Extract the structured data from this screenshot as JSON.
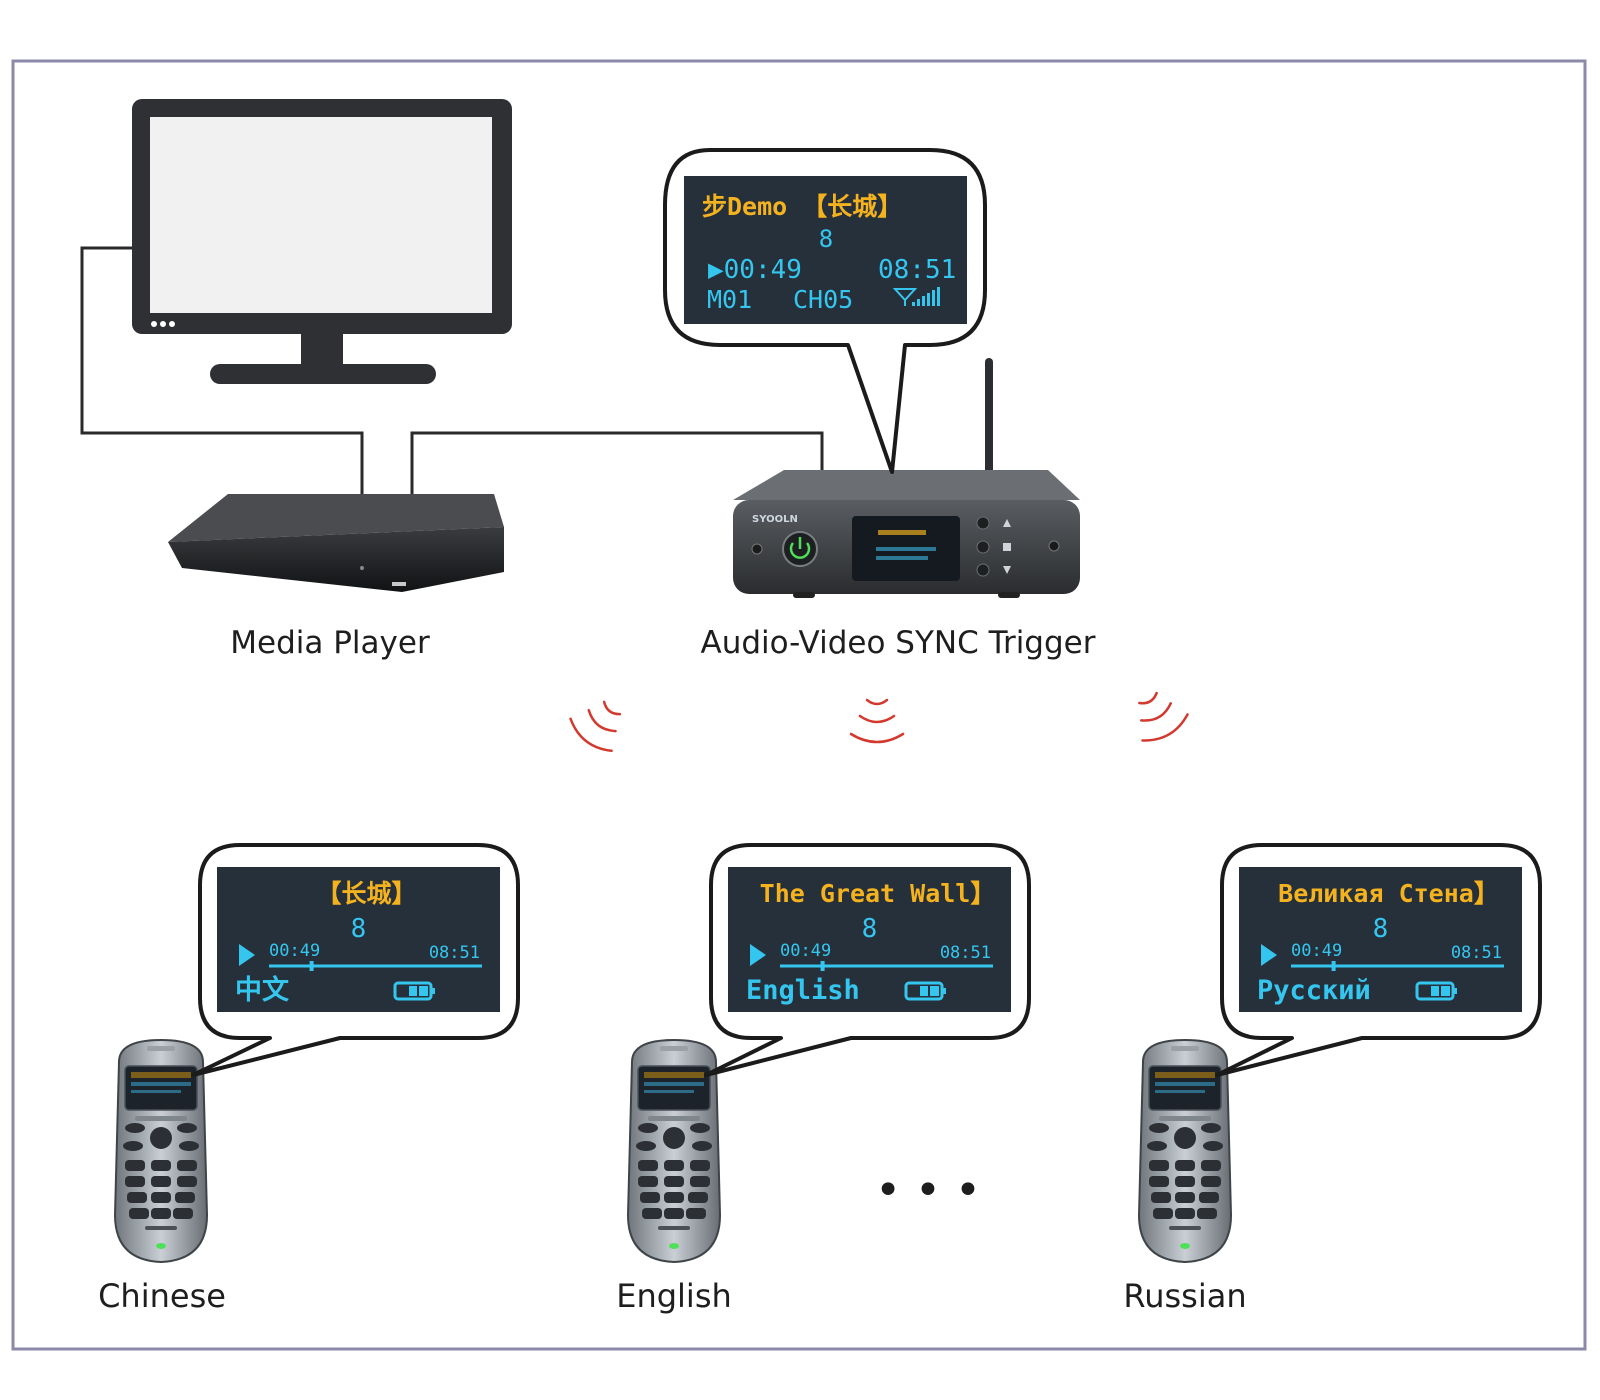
{
  "labels": {
    "media_player": "Media Player",
    "sync_trigger": "Audio-Video SYNC Trigger",
    "ellipsis": "• • •"
  },
  "trigger_screen": {
    "title": "步Demo 【长城】",
    "track": "8",
    "elapsed": "▶00:49",
    "total": "08:51",
    "mode": "M01",
    "channel": "CH05"
  },
  "trigger_device": {
    "brand": "SYOOLN"
  },
  "receivers": [
    {
      "language": "Chinese",
      "screen_title": "【长城】",
      "track": "8",
      "elapsed": "00:49",
      "total": "08:51",
      "lang_text": "中文",
      "progress": 0.2
    },
    {
      "language": "English",
      "screen_title": "The Great Wall】",
      "track": "8",
      "elapsed": "00:49",
      "total": "08:51",
      "lang_text": "English",
      "progress": 0.2
    },
    {
      "language": "Russian",
      "screen_title": "Великая Стена】",
      "track": "8",
      "elapsed": "00:49",
      "total": "08:51",
      "lang_text": "Русский",
      "progress": 0.2
    }
  ],
  "colors": {
    "frame_border": "#8a8aa8",
    "screen_bg": "#26303a",
    "amber_text": "#f4b21f",
    "cyan_text": "#35c6f0",
    "signal_waves": "#d33a2f"
  }
}
